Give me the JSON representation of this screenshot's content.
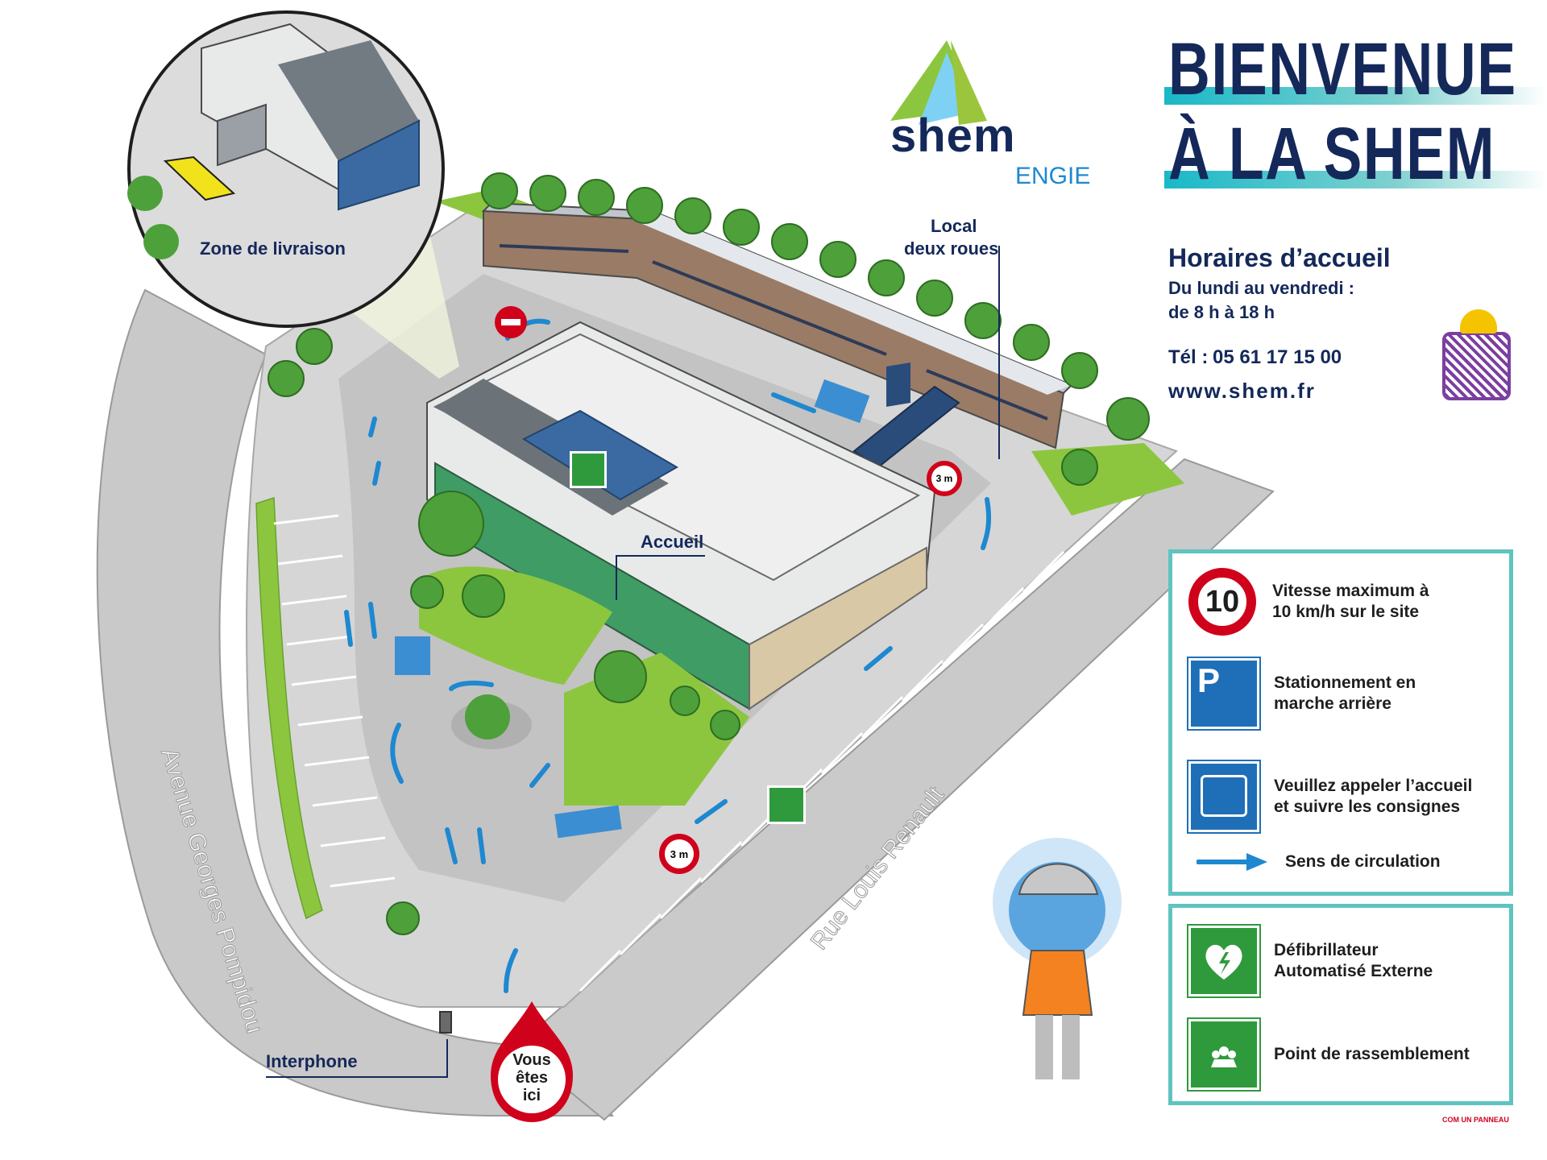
{
  "title": {
    "line1": "BIENVENUE",
    "line2": "À LA SHEM"
  },
  "logo": {
    "brand": "shem",
    "parent": "ENGIE"
  },
  "info": {
    "hours_title": "Horaires d’accueil",
    "hours_days": "Du lundi au vendredi :",
    "hours_time": "de 8 h à 18 h",
    "phone_label": "Tél :",
    "phone_number": "05 61 17 15 00",
    "website": "www.shem.fr"
  },
  "legend_rules": [
    {
      "icon": "speed-limit-10-icon",
      "sign_text": "10",
      "text_line1": "Vitesse maximum à",
      "text_line2": "10 km/h sur le site"
    },
    {
      "icon": "reverse-parking-icon",
      "sign_text": "P",
      "text_line1": "Stationnement en",
      "text_line2": "marche arrière"
    },
    {
      "icon": "intercom-icon",
      "text_line1": "Veuillez appeler l’accueil",
      "text_line2": "et suivre les consignes"
    },
    {
      "icon": "traffic-direction-arrow-icon",
      "text_line1": "Sens de circulation",
      "text_line2": ""
    }
  ],
  "legend_safety": [
    {
      "icon": "defibrillator-icon",
      "text_line1": "Défibrillateur",
      "text_line2": "Automatisé Externe"
    },
    {
      "icon": "assembly-point-icon",
      "text_line1": "Point de rassemblement",
      "text_line2": ""
    }
  ],
  "map_labels": {
    "delivery_zone": "Zone de livraison",
    "bike_room_line1": "Local",
    "bike_room_line2": "deux roues",
    "reception": "Accueil",
    "intercom": "Interphone",
    "you_are_here_line1": "Vous",
    "you_are_here_line2": "êtes",
    "you_are_here_line3": "ici",
    "height_limit": "3 m",
    "avenue": "Avenue Georges Pompidou",
    "street": "Rue Louis Renault"
  },
  "credit": "COM UN PANNEAU",
  "colors": {
    "navy": "#14285a",
    "teal_border": "#5fc4c0",
    "flow_arrow": "#1e88d0",
    "grass": "#8cc63f",
    "road": "#c8c8c8",
    "sign_red": "#d0021b",
    "safety_green": "#2e9a3c",
    "parking_blue": "#1f6fb8"
  }
}
